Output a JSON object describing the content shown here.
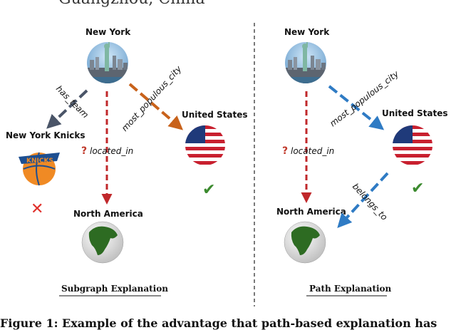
{
  "header": {
    "partial_text": "Guangzhou, China"
  },
  "left_panel": {
    "title": "Subgraph Explanation",
    "nodes": {
      "new_york": "New  York",
      "knicks": "New York Knicks",
      "us": "United States",
      "north_america": "North America"
    },
    "edges": {
      "has_team": "has_team",
      "most_populous_city": "most_populous_city",
      "located_in": "located_in"
    },
    "located_in_prefix": "?",
    "marks": {
      "cross": "✕",
      "check": "✔"
    }
  },
  "right_panel": {
    "title": "Path Explanation",
    "nodes": {
      "new_york": "New  York",
      "us": "United States",
      "north_america": "North America"
    },
    "edges": {
      "most_populous_city": "most_populous_city",
      "located_in": "located_in",
      "belongs_to": "belongs_to"
    },
    "located_in_prefix": "?",
    "marks": {
      "check": "✔"
    }
  },
  "caption": "Figure 1: Example of the advantage that path-based explanation has",
  "colors": {
    "gray_arrow": "#4a5568",
    "orange_arrow": "#c8621b",
    "red_dashed": "#c0282b",
    "blue_arrow": "#2f7bc4",
    "check_green": "#3b8a2e",
    "cross_red": "#e0312c"
  }
}
